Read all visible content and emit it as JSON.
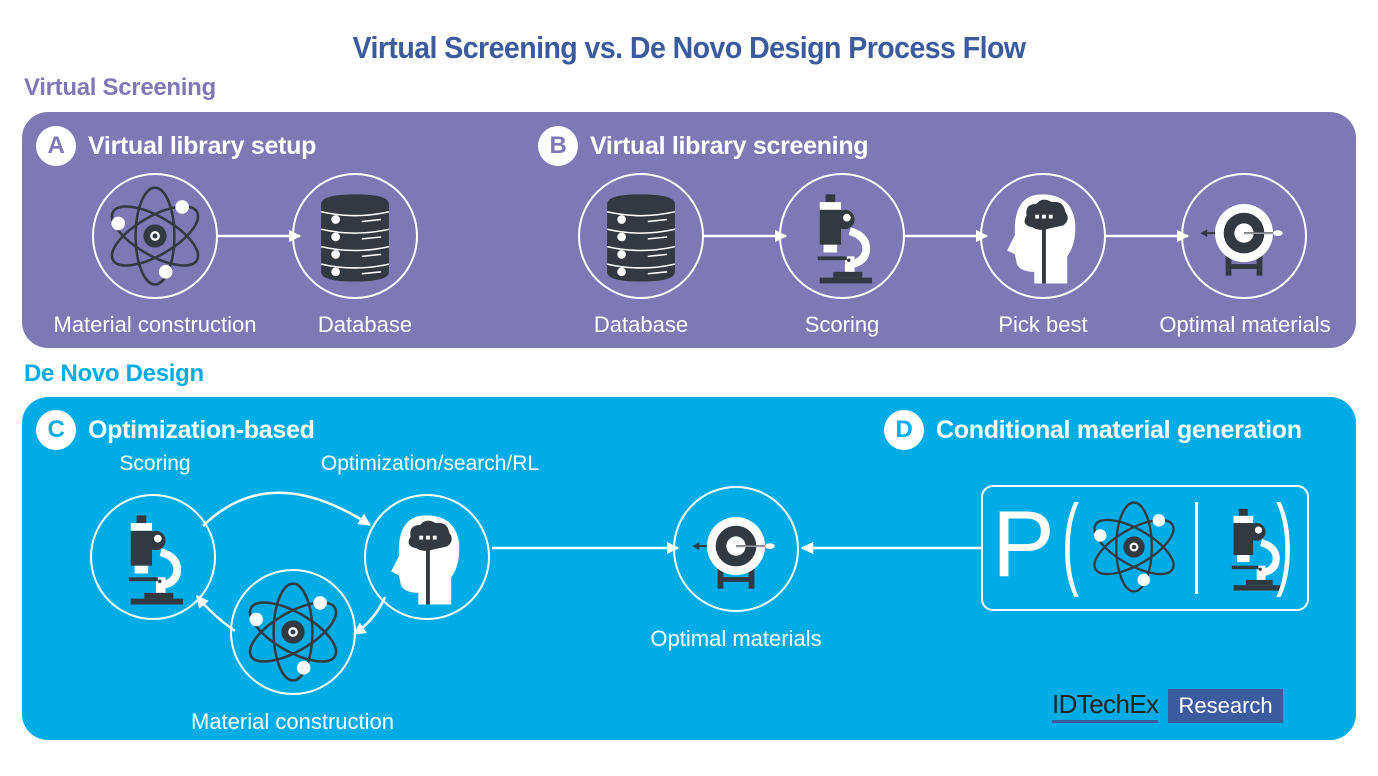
{
  "title": "Virtual Screening vs. De Novo Design Process Flow",
  "colors": {
    "title": "#3b5b9e",
    "virtual_screening": "#7e78b5",
    "de_novo": "#00ace6",
    "icon_dark": "#333940",
    "white": "#ffffff"
  },
  "virtual_screening": {
    "label": "Virtual Screening",
    "steps": [
      {
        "badge": "A",
        "heading": "Virtual library setup",
        "nodes": [
          {
            "icon": "atom-icon",
            "label": "Material construction"
          },
          {
            "icon": "database-icon",
            "label": "Database"
          }
        ]
      },
      {
        "badge": "B",
        "heading": "Virtual library screening",
        "nodes": [
          {
            "icon": "database-icon",
            "label": "Database"
          },
          {
            "icon": "microscope-icon",
            "label": "Scoring"
          },
          {
            "icon": "brain-head-icon",
            "label": "Pick best"
          },
          {
            "icon": "target-icon",
            "label": "Optimal materials"
          }
        ]
      }
    ]
  },
  "de_novo": {
    "label": "De Novo Design",
    "steps": [
      {
        "badge": "C",
        "heading": "Optimization-based",
        "nodes": [
          {
            "icon": "microscope-icon",
            "label": "Scoring"
          },
          {
            "icon": "brain-head-icon",
            "label": "Optimization/search/RL"
          },
          {
            "icon": "atom-icon",
            "label": "Material construction"
          }
        ]
      },
      {
        "badge": "D",
        "heading": "Conditional material generation",
        "formula": {
          "prefix": "P",
          "open": "(",
          "separator": "|",
          "close": ")"
        }
      }
    ],
    "output": {
      "icon": "target-icon",
      "label": "Optimal materials"
    }
  },
  "logo": {
    "main": "IDTechEx",
    "sub": "Research"
  }
}
